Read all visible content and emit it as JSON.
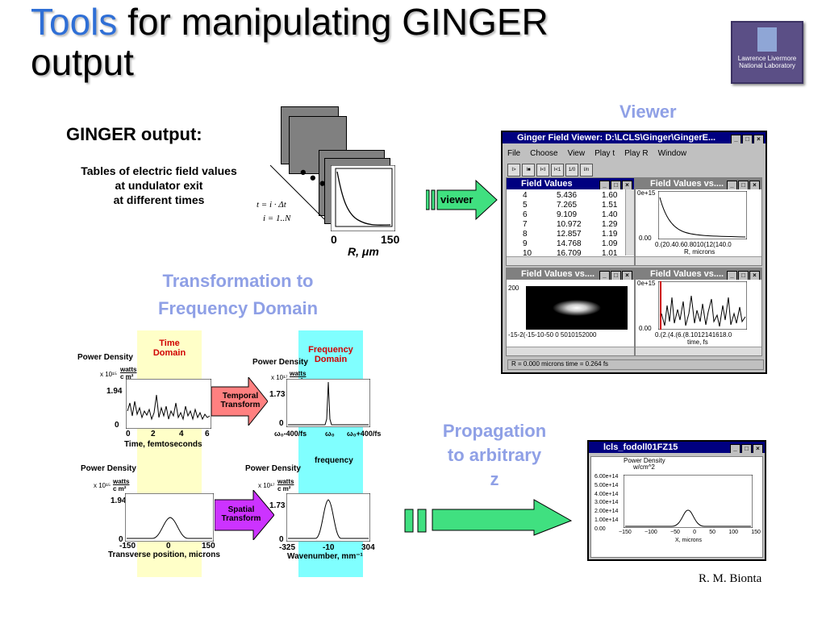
{
  "title": {
    "accent": "Tools",
    "rest1": " for manipulating GINGER",
    "rest2": "output"
  },
  "llnl": {
    "line1": "Lawrence Livermore",
    "line2": "National Laboratory"
  },
  "ginger": {
    "heading": "GINGER output:",
    "desc1": "Tables of electric field values",
    "desc2": "at undulator exit",
    "desc3": "at different times",
    "eq1": "t = i · Δt",
    "eq2": "i = 1..N",
    "dots": "• • •",
    "x0": "0",
    "x1": "150",
    "xlabel": "R, μm"
  },
  "viewer": {
    "heading": "Viewer",
    "arrow_label": "viewer",
    "window_title": "Ginger Field Viewer:   D:\\LCLS\\Ginger\\GingerE...",
    "menu": [
      "File",
      "Choose",
      "View",
      "Play t",
      "Play R",
      "Window"
    ],
    "toolbar": [
      "I>",
      "I■",
      "I<I",
      "I<1",
      "1/0",
      "I/n"
    ],
    "fv_title": "Field Values",
    "rows": [
      {
        "i": "4",
        "a": "5.436",
        "b": "1.60"
      },
      {
        "i": "5",
        "a": "7.265",
        "b": "1.51"
      },
      {
        "i": "6",
        "a": "9.109",
        "b": "1.40"
      },
      {
        "i": "7",
        "a": "10.972",
        "b": "1.29"
      },
      {
        "i": "8",
        "a": "12.857",
        "b": "1.19"
      },
      {
        "i": "9",
        "a": "14.768",
        "b": "1.09"
      },
      {
        "i": "10",
        "a": "16.709",
        "b": "1.01"
      }
    ],
    "fvs_title": "Field Values vs....",
    "p1_y": "0e+15",
    "p1_yb": "0.00",
    "p1_ticks": "0.(20.40.60.8010(12(140.0",
    "p1_xlabel": "R, microns",
    "p3_y": "200",
    "p3_ticks": "-15-2(-15-10-50 0 5010152000",
    "p4_y": "0e+15",
    "p4_yb": "0.00",
    "p4_ticks": "0.(2.(4.(6.(8.1012141618.0",
    "p4_xlabel": "time, fs",
    "status": "R = 0.000 microns  time =  0.264 fs"
  },
  "transform": {
    "heading1": "Transformation to",
    "heading2": "Frequency Domain",
    "time_domain1": "Time",
    "time_domain2": "Domain",
    "freq_domain1": "Frequency",
    "freq_domain2": "Domain",
    "pd": "Power Density",
    "unit_t": "x 10¹⁵",
    "unit_f": "x 10¹⁷",
    "watts": "watts",
    "cm2": "c m²",
    "t_y": "1.94",
    "t_y0": "0",
    "t_ticks": [
      "0",
      "2",
      "4",
      "6"
    ],
    "t_xlabel": "Time, femtoseconds",
    "f_y": "1.73",
    "f_y0": "0",
    "f_ticks": [
      "ω₀-400/fs",
      "ω₀",
      "ω₀+400/fs"
    ],
    "f_xlabel": "frequency",
    "temporal1": "Temporal",
    "temporal2": "Transform",
    "spatial1": "Spatial",
    "spatial2": "Transform",
    "s_y": "1.94",
    "s_y0": "0",
    "s_ticks": [
      "-150",
      "0",
      "150"
    ],
    "s_xlabel": "Transverse position, microns",
    "k_y": "1.73",
    "k_y0": "0",
    "k_ticks": [
      "-325",
      "-10",
      "304"
    ],
    "k_xlabel": "Wavenumber, mm⁻¹"
  },
  "propagation": {
    "heading1": "Propagation",
    "heading2": "to arbitrary",
    "heading3": "z",
    "window_title": "lcls_fodoll01FZ15",
    "pd": "Power Density",
    "unit": "w/cm^2",
    "yticks": [
      "6.00e+14",
      "5.00e+14",
      "4.00e+14",
      "3.00e+14",
      "2.00e+14",
      "1.00e+14",
      "0.00"
    ],
    "xticks": [
      "−150",
      "−100",
      "−50",
      "0",
      "50",
      "100",
      "150"
    ],
    "xlabel": "X, microns"
  },
  "author": "R. M. Bionta",
  "colors": {
    "accent": "#2f6fd6",
    "heading_blue": "#8fa0e6",
    "yellow": "#ffffc8",
    "cyan": "#80ffff",
    "arrow_green": "#40e080",
    "temporal": "#ff8080",
    "spatial": "#cc33ff"
  }
}
